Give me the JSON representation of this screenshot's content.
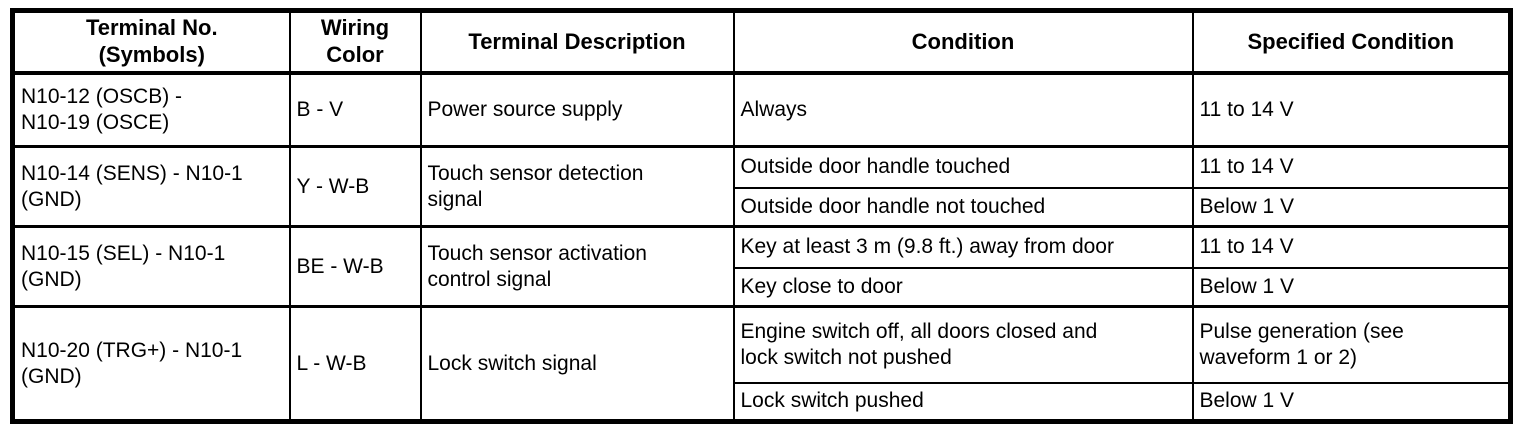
{
  "table": {
    "headers": {
      "terminal": "Terminal No.\n(Symbols)",
      "wiring": "Wiring\nColor",
      "description": "Terminal Description",
      "condition": "Condition",
      "specified": "Specified Condition"
    },
    "rows": [
      {
        "terminal": "N10-12 (OSCB) -\nN10-19 (OSCE)",
        "wiring": "B - V",
        "description": "Power source supply",
        "conditions": [
          {
            "condition": "Always",
            "specified": "11 to 14 V"
          }
        ]
      },
      {
        "terminal": "N10-14 (SENS) - N10-1\n(GND)",
        "wiring": "Y - W-B",
        "description": "Touch sensor detection\nsignal",
        "conditions": [
          {
            "condition": "Outside door handle touched",
            "specified": "11 to 14 V"
          },
          {
            "condition": "Outside door handle not touched",
            "specified": "Below 1 V"
          }
        ]
      },
      {
        "terminal": "N10-15 (SEL) - N10-1\n(GND)",
        "wiring": "BE - W-B",
        "description": "Touch sensor activation\ncontrol signal",
        "conditions": [
          {
            "condition": "Key at least 3 m (9.8 ft.) away from door",
            "specified": "11 to 14 V"
          },
          {
            "condition": "Key close to door",
            "specified": "Below 1 V"
          }
        ]
      },
      {
        "terminal": "N10-20 (TRG+) - N10-1\n(GND)",
        "wiring": "L - W-B",
        "description": "Lock switch signal",
        "conditions": [
          {
            "condition": "Engine switch off, all doors closed and\nlock switch not pushed",
            "specified": "Pulse generation (see\nwaveform 1 or 2)"
          },
          {
            "condition": "Lock switch pushed",
            "specified": "Below 1 V"
          }
        ]
      }
    ]
  },
  "colors": {
    "border": "#000000",
    "background": "#ffffff",
    "text": "#000000"
  }
}
